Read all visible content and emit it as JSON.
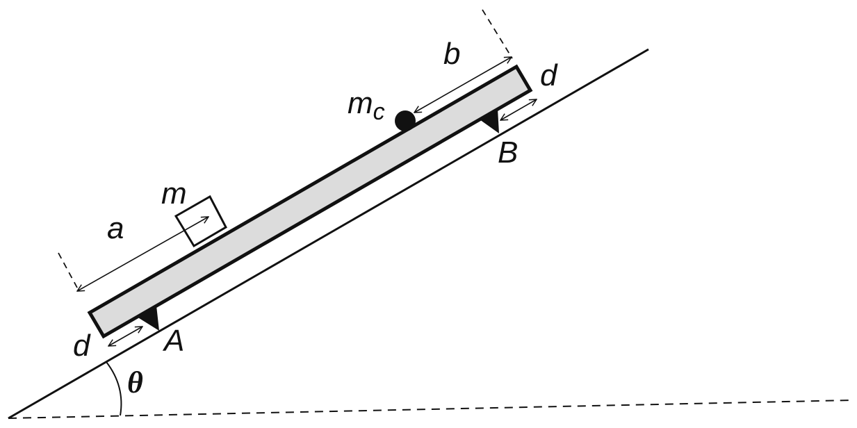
{
  "labels": {
    "a": "a",
    "b": "b",
    "d_left": "d",
    "d_right": "d",
    "m": "m",
    "mc_main": "m",
    "mc_sub": "c",
    "A": "A",
    "B": "B",
    "theta": "θ"
  },
  "colors": {
    "ink": "#111111",
    "plank_fill": "#dcdcdc"
  }
}
